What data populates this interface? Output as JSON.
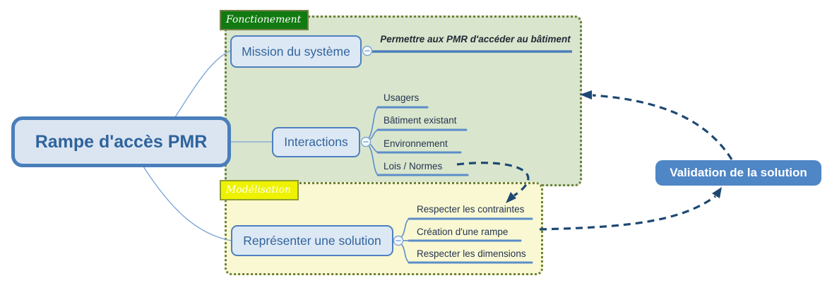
{
  "root_node": {
    "label": "Rampe d'accès PMR"
  },
  "regions": {
    "fonctionnement": {
      "label": "Fonctionement",
      "mission": {
        "label": "Mission du système",
        "note": "Permettre aux PMR d'accéder au bâtiment"
      },
      "interactions": {
        "label": "Interactions",
        "children": [
          "Usagers",
          "Bâtiment existant",
          "Environnement",
          "Lois / Normes"
        ]
      }
    },
    "modelisation": {
      "label": "Modélisation",
      "representer": {
        "label": "Représenter une solution",
        "children": [
          "Respecter les contraintes",
          "Création d'une rampe",
          "Respecter les dimensions"
        ]
      }
    }
  },
  "validation_node": {
    "label": "Validation de la solution"
  },
  "relations": [
    {
      "from": "Lois / Normes",
      "to": "Respecter les contraintes",
      "style": "dashed-arrow"
    },
    {
      "from": "Représenter une solution",
      "to": "Validation de la solution",
      "style": "dashed-arrow"
    },
    {
      "from": "Validation de la solution",
      "to": "Fonctionement",
      "style": "dashed-arrow"
    }
  ],
  "colors": {
    "node_fill": "#dde8f5",
    "node_border": "#4d80c0",
    "node_text": "#31659c",
    "root_border": "#4a7ebb",
    "region_green_fill": "#d9e6cd",
    "region_yellow_fill": "#f9f8d2",
    "region_border": "#6d803a",
    "label_green_bg": "#117a11",
    "label_yellow_bg": "#eef200",
    "branch_line": "#5b8dc9",
    "relation_arrow": "#1d4873",
    "validation_fill": "#4e86c6"
  }
}
